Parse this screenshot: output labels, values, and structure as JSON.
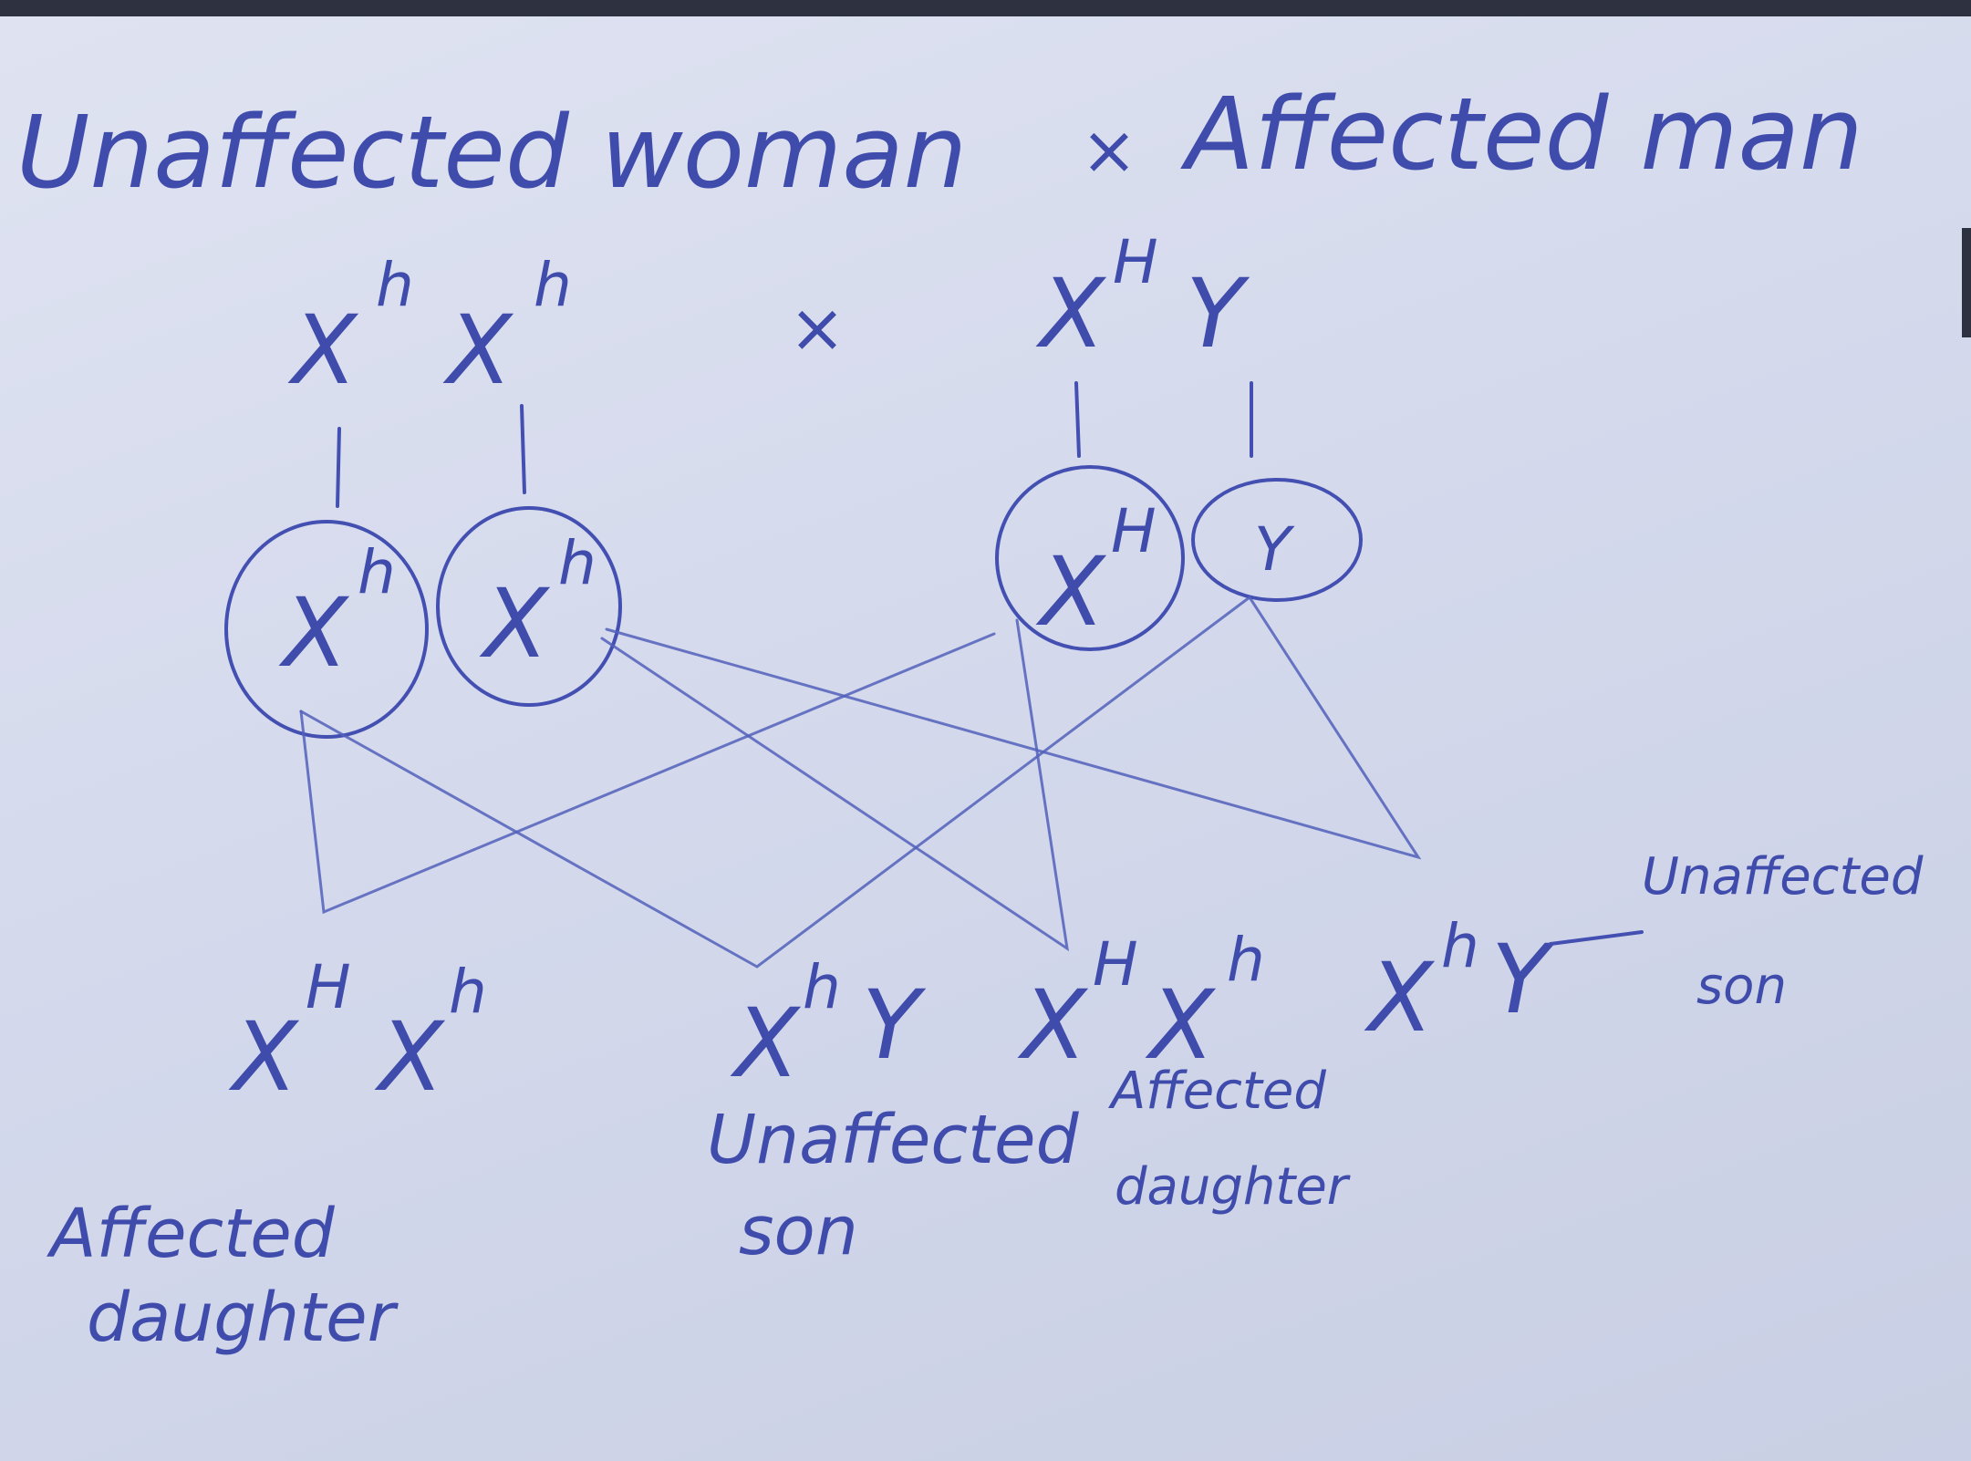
{
  "cross": {
    "mother_label": "Unaffected woman",
    "cross_symbol": "×",
    "father_label": "Affected man"
  },
  "parents": {
    "mother_genotype": {
      "x1": "X",
      "x1_allele": "h",
      "x2": "X",
      "x2_allele": "h"
    },
    "cross_symbol": "×",
    "father_genotype": {
      "x": "X",
      "x_allele": "H",
      "y": "Y"
    }
  },
  "gametes": [
    {
      "base": "X",
      "allele": "h"
    },
    {
      "base": "X",
      "allele": "h"
    },
    {
      "base": "X",
      "allele": "H"
    },
    {
      "base": "Y",
      "allele": ""
    }
  ],
  "offspring": [
    {
      "genotype_a": "X",
      "allele_a": "H",
      "genotype_b": "X",
      "allele_b": "h",
      "label_line1": "Affected",
      "label_line2": "daughter"
    },
    {
      "genotype_a": "X",
      "allele_a": "h",
      "genotype_b": "Y",
      "allele_b": "",
      "label_line1": "Unaffected",
      "label_line2": "son"
    },
    {
      "genotype_a": "X",
      "allele_a": "H",
      "genotype_b": "X",
      "allele_b": "h",
      "label_line1": "Affected",
      "label_line2": "daughter"
    },
    {
      "genotype_a": "X",
      "allele_a": "h",
      "genotype_b": "Y",
      "allele_b": "",
      "label_line1": "Unaffected",
      "label_line2": "son"
    }
  ],
  "colors": {
    "ink": "#3f4cab",
    "paper": "#d4d9ec"
  }
}
